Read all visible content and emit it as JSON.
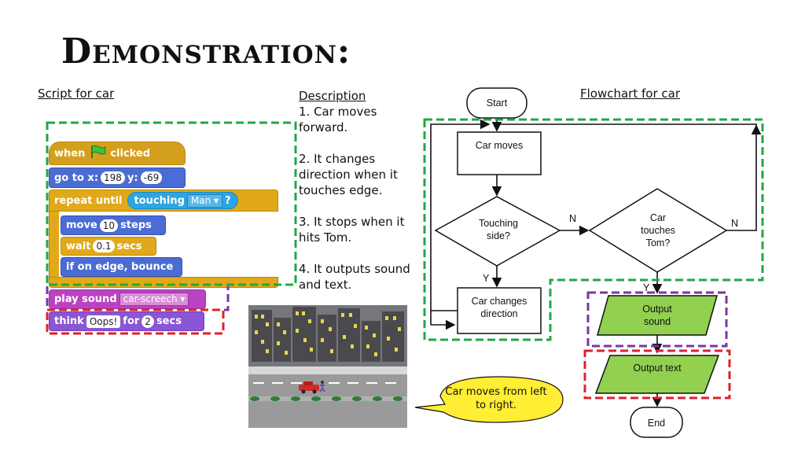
{
  "slide": {
    "title": "Demonstration:"
  },
  "script": {
    "heading": "Script for car",
    "blocks": {
      "when": "when",
      "clicked": "clicked",
      "goto_label": "go to x:",
      "goto_x": "198",
      "goto_y_label": "y:",
      "goto_y": "-69",
      "repeat_until": "repeat until",
      "touching": "touching",
      "touching_target": "Man",
      "question": "?",
      "move": "move",
      "move_steps": "10",
      "steps": "steps",
      "wait": "wait",
      "wait_value": "0.1",
      "secs": "secs",
      "bounce": "if on edge, bounce",
      "play_sound": "play sound",
      "sound_name": "car-screech",
      "think": "think",
      "think_text": "Oops!",
      "for": "for",
      "think_secs_value": "2",
      "think_secs": "secs"
    }
  },
  "description": {
    "heading": "Description",
    "items": [
      "1. Car moves forward.",
      "2. It changes direction when it touches edge.",
      "3. It stops when it hits Tom.",
      "4. It outputs sound and text."
    ]
  },
  "stage": {
    "speech": "Car moves from left to right."
  },
  "flowchart": {
    "heading": "Flowchart for car",
    "start": "Start",
    "car_moves": "Car moves",
    "touching_side_1": "Touching",
    "touching_side_2": "side?",
    "car_touches_1": "Car",
    "car_touches_2": "touches",
    "car_touches_3": "Tom?",
    "car_changes_1": "Car changes",
    "car_changes_2": "direction",
    "output_sound_1": "Output",
    "output_sound_2": "sound",
    "output_text": "Output text",
    "end": "End",
    "label_n1": "N",
    "label_n2": "N",
    "label_y1": "Y",
    "label_y2": "Y"
  },
  "colors": {
    "green_dash": "#22a744",
    "purple_dash": "#7b36a6",
    "red_dash": "#e0202a",
    "output_fill": "#92d050",
    "speech_fill": "#ffee33"
  }
}
